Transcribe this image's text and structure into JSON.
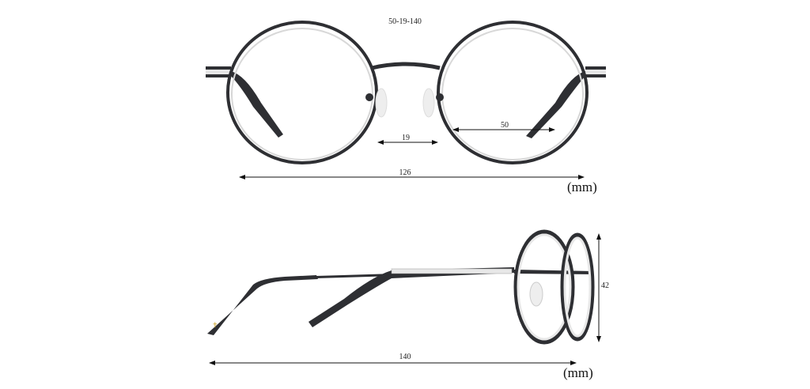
{
  "front_view": {
    "size_code": "50-19-140",
    "bridge_width": "19",
    "lens_width": "50",
    "frame_width": "126",
    "unit": "(mm)"
  },
  "side_view": {
    "lens_height": "42",
    "temple_length": "140",
    "unit": "(mm)"
  },
  "colors": {
    "frame": "#2e2f33",
    "rim_inner": "#d8d8d8",
    "arrow": "#111111"
  }
}
